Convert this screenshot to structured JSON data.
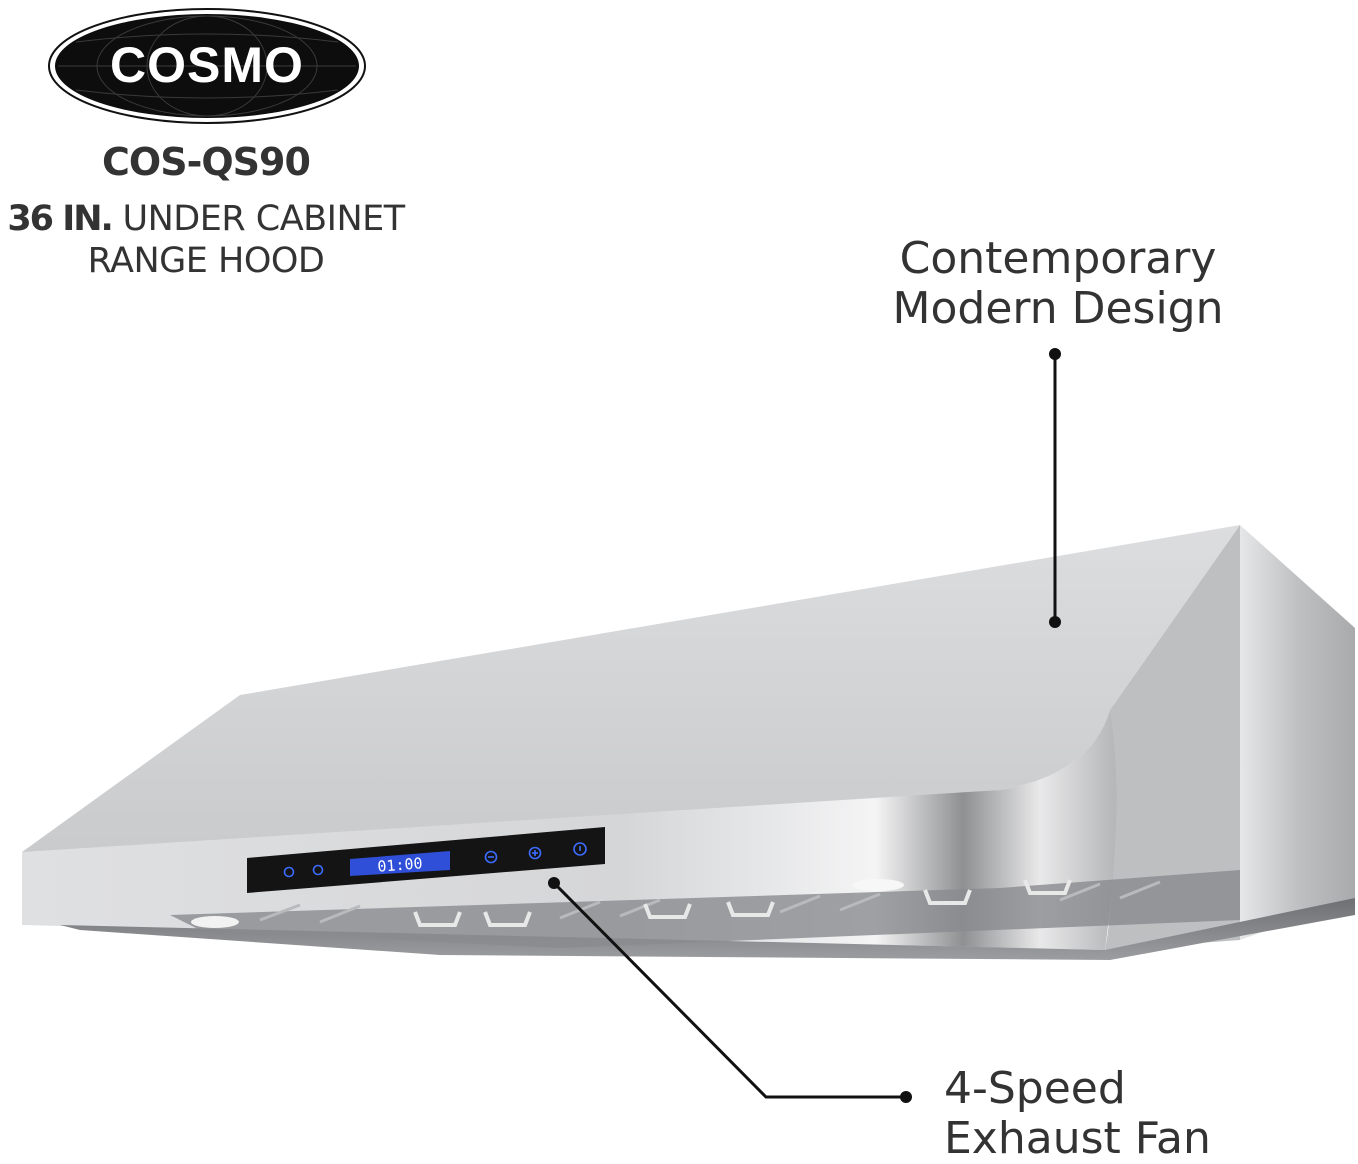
{
  "brand": {
    "logo_text": "COSMO"
  },
  "product": {
    "model": "COS-QS90",
    "size": "36 IN.",
    "type_line1": "UNDER CABINET",
    "type_line2": "RANGE HOOD"
  },
  "callouts": {
    "design_line1": "Contemporary",
    "design_line2": "Modern Design",
    "fan_line1": "4-Speed",
    "fan_line2": "Exhaust Fan"
  },
  "control_panel": {
    "display_value": "01:00"
  },
  "colors": {
    "display_blue": "#2f4fd8",
    "panel_black": "#141414",
    "steel": "#cfd0d2"
  }
}
